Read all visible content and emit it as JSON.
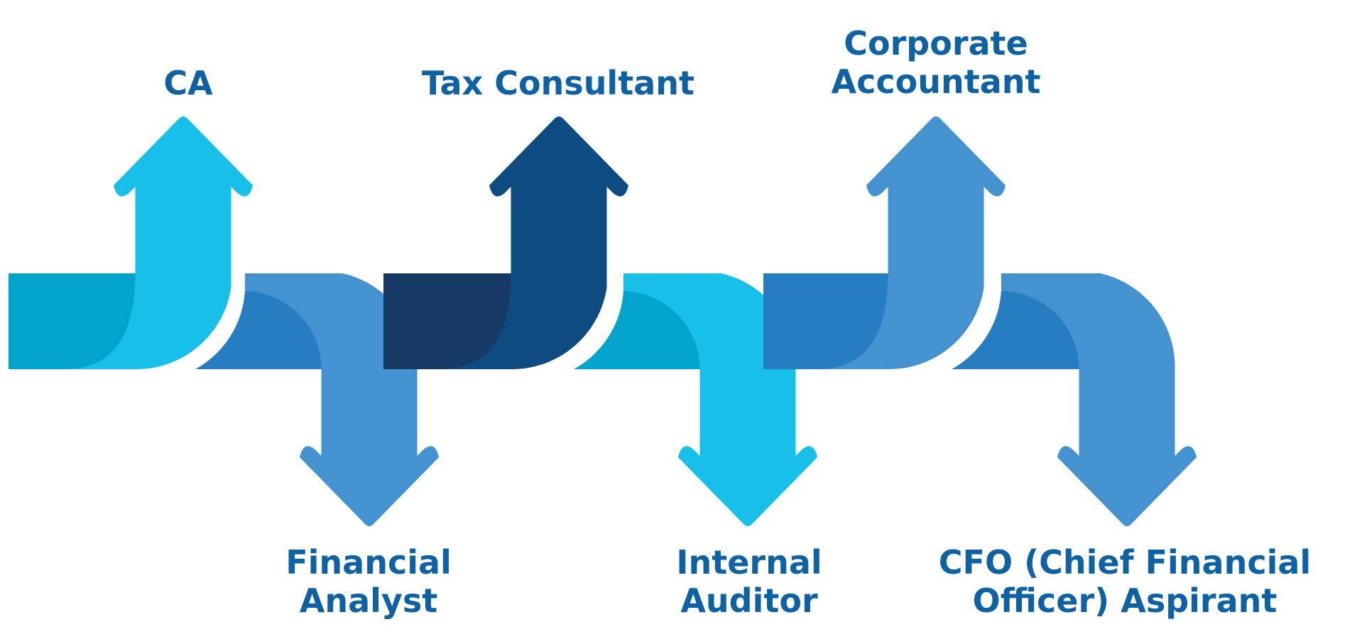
{
  "colors": {
    "cyan_light": "#17BFE9",
    "cyan_dark": "#02A4CB",
    "navy": "#0E4B80",
    "navy_dark": "#163A63",
    "blue_mid": "#4592D0",
    "blue_dark": "#277DC2",
    "label_text": "#0E61A3"
  },
  "steps": [
    {
      "id": "ca",
      "direction": "up",
      "lines": [
        "CA"
      ]
    },
    {
      "id": "financial-analyst",
      "direction": "down",
      "lines": [
        "Financial",
        "Analyst"
      ]
    },
    {
      "id": "tax-consultant",
      "direction": "up",
      "lines": [
        "Tax Consultant"
      ]
    },
    {
      "id": "internal-auditor",
      "direction": "down",
      "lines": [
        "Internal",
        "Auditor"
      ]
    },
    {
      "id": "corporate-accountant",
      "direction": "up",
      "lines": [
        "Corporate",
        "Accountant"
      ]
    },
    {
      "id": "cfo-aspirant",
      "direction": "down",
      "lines": [
        "CFO (Chief Financial",
        "Officer) Aspirant"
      ]
    }
  ]
}
